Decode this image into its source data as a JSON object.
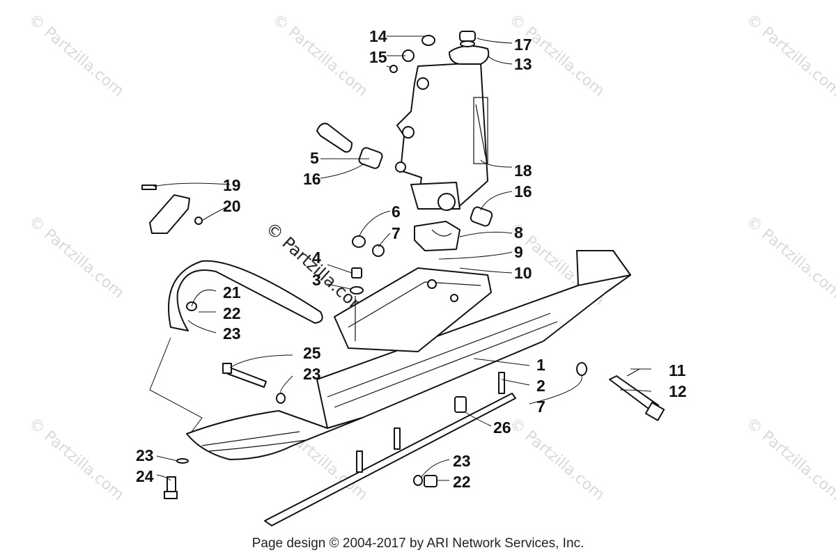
{
  "watermark": {
    "text": "© Partzilla.com",
    "center_text": "© Partzilla.com"
  },
  "callouts": {
    "c1": "1",
    "c2": "2",
    "c3": "3",
    "c4": "4",
    "c5": "5",
    "c6": "6",
    "c7a": "7",
    "c7b": "7",
    "c8": "8",
    "c9": "9",
    "c10": "10",
    "c11": "11",
    "c12": "12",
    "c13": "13",
    "c14": "14",
    "c15": "15",
    "c16a": "16",
    "c16b": "16",
    "c17": "17",
    "c18": "18",
    "c19": "19",
    "c20": "20",
    "c21": "21",
    "c22a": "22",
    "c22b": "22",
    "c23a": "23",
    "c23b": "23",
    "c23c": "23",
    "c23d": "23",
    "c24": "24",
    "c25": "25",
    "c26": "26"
  },
  "footer": {
    "text": "Page design © 2004-2017 by ARI Network Services, Inc."
  }
}
